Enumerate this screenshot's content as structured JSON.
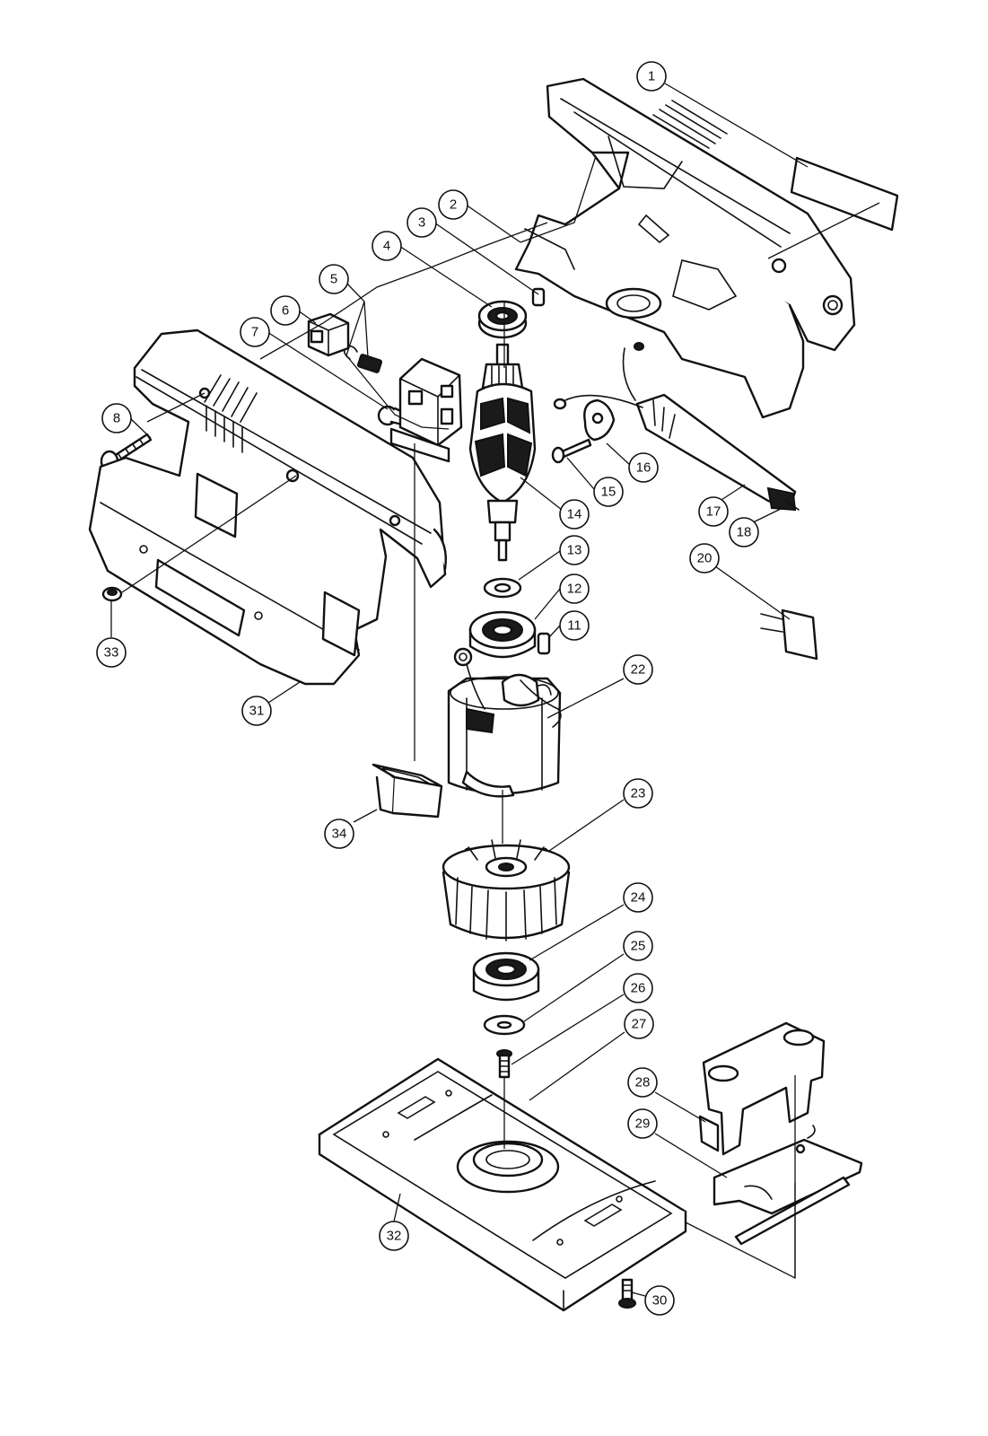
{
  "colors": {
    "line": "#111111",
    "fill": "#ffffff",
    "background": "#ffffff"
  },
  "callouts": [
    {
      "id": "c1",
      "label": "1"
    },
    {
      "id": "c2",
      "label": "2"
    },
    {
      "id": "c3",
      "label": "3"
    },
    {
      "id": "c4",
      "label": "4"
    },
    {
      "id": "c5",
      "label": "5"
    },
    {
      "id": "c6",
      "label": "6"
    },
    {
      "id": "c7",
      "label": "7"
    },
    {
      "id": "c8",
      "label": "8"
    },
    {
      "id": "c11",
      "label": "11"
    },
    {
      "id": "c12",
      "label": "12"
    },
    {
      "id": "c13",
      "label": "13"
    },
    {
      "id": "c14",
      "label": "14"
    },
    {
      "id": "c15",
      "label": "15"
    },
    {
      "id": "c16",
      "label": "16"
    },
    {
      "id": "c17",
      "label": "17"
    },
    {
      "id": "c18",
      "label": "18"
    },
    {
      "id": "c20",
      "label": "20"
    },
    {
      "id": "c22",
      "label": "22"
    },
    {
      "id": "c23",
      "label": "23"
    },
    {
      "id": "c24",
      "label": "24"
    },
    {
      "id": "c25",
      "label": "25"
    },
    {
      "id": "c26",
      "label": "26"
    },
    {
      "id": "c27",
      "label": "27"
    },
    {
      "id": "c28",
      "label": "28"
    },
    {
      "id": "c29",
      "label": "29"
    },
    {
      "id": "c30",
      "label": "30"
    },
    {
      "id": "c31",
      "label": "31"
    },
    {
      "id": "c32",
      "label": "32"
    },
    {
      "id": "c33",
      "label": "33"
    },
    {
      "id": "c34",
      "label": "34"
    }
  ]
}
